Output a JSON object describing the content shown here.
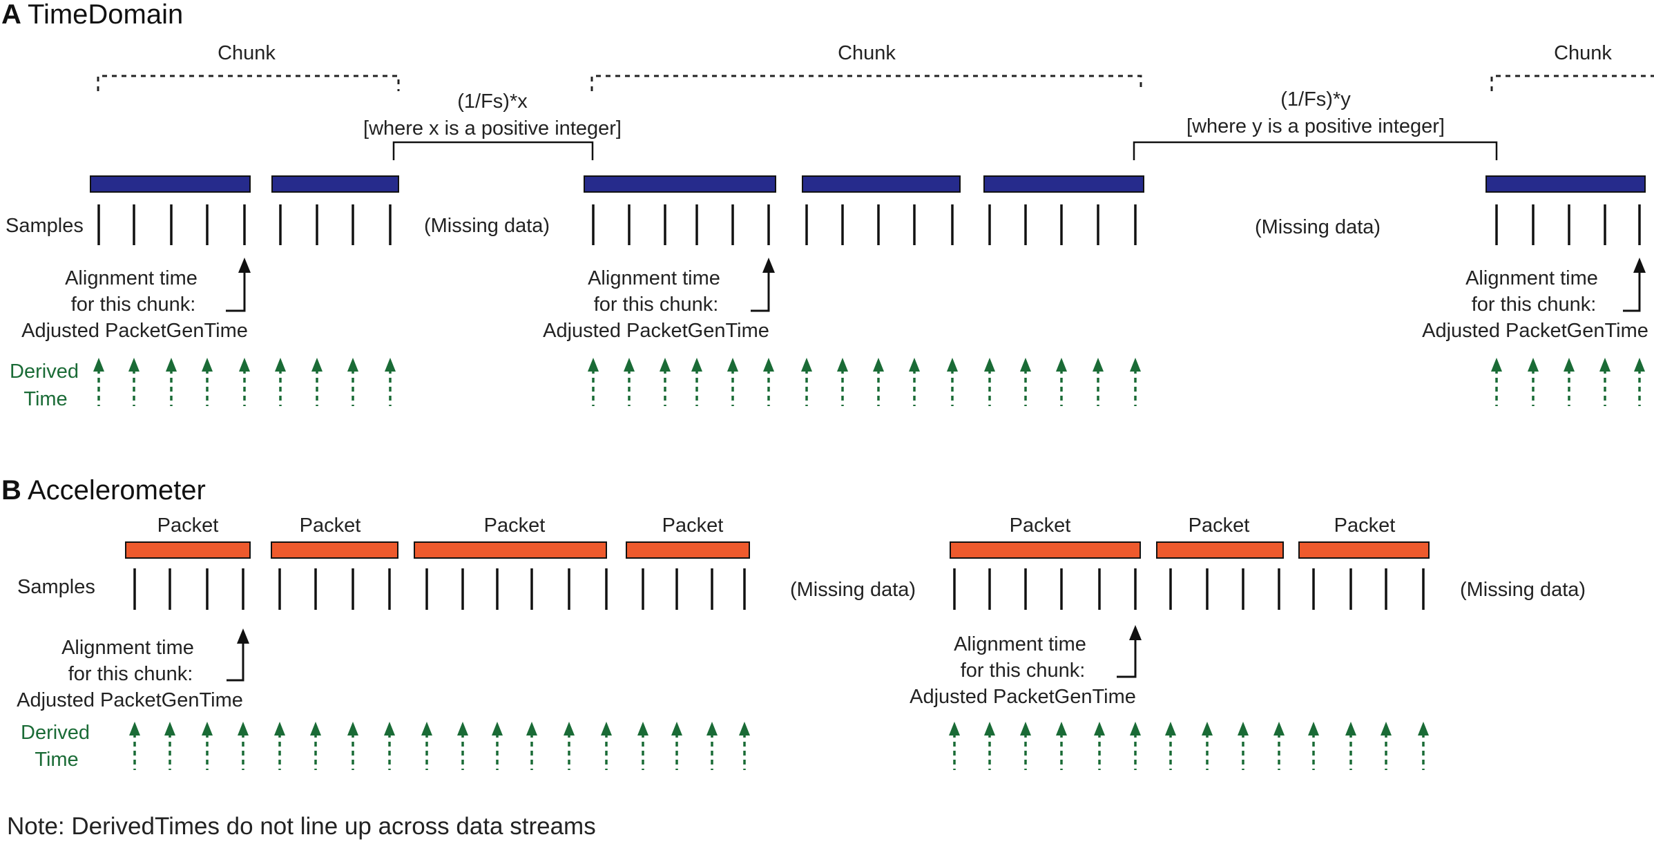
{
  "panel_a": {
    "letter": "A",
    "title": "TimeDomain",
    "chunk_label": "Chunk",
    "gap1_line1": "(1/Fs)*x",
    "gap1_line2": "[where x is a positive integer]",
    "gap2_line1": "(1/Fs)*y",
    "gap2_line2": "[where y is a positive integer]",
    "samples_label": "Samples",
    "missing_label": "(Missing data)",
    "align_line1": "Alignment time",
    "align_line2": "for this chunk:",
    "align_line3": "Adjusted PacketGenTime",
    "derived_line1": "Derived",
    "derived_line2": "Time"
  },
  "panel_b": {
    "letter": "B",
    "title": "Accelerometer",
    "packet_label": "Packet",
    "samples_label": "Samples",
    "missing_label": "(Missing data)",
    "align_line1": "Alignment time",
    "align_line2": "for this chunk:",
    "align_line3": "Adjusted PacketGenTime",
    "derived_line1": "Derived",
    "derived_line2": "Time"
  },
  "note": "Note: DerivedTimes do not line up across data streams",
  "colors": {
    "timedomain_packet": "#262b8c",
    "accelerometer_packet": "#ee5a2d",
    "derived_time": "#1a6b36",
    "outline": "#111111"
  }
}
